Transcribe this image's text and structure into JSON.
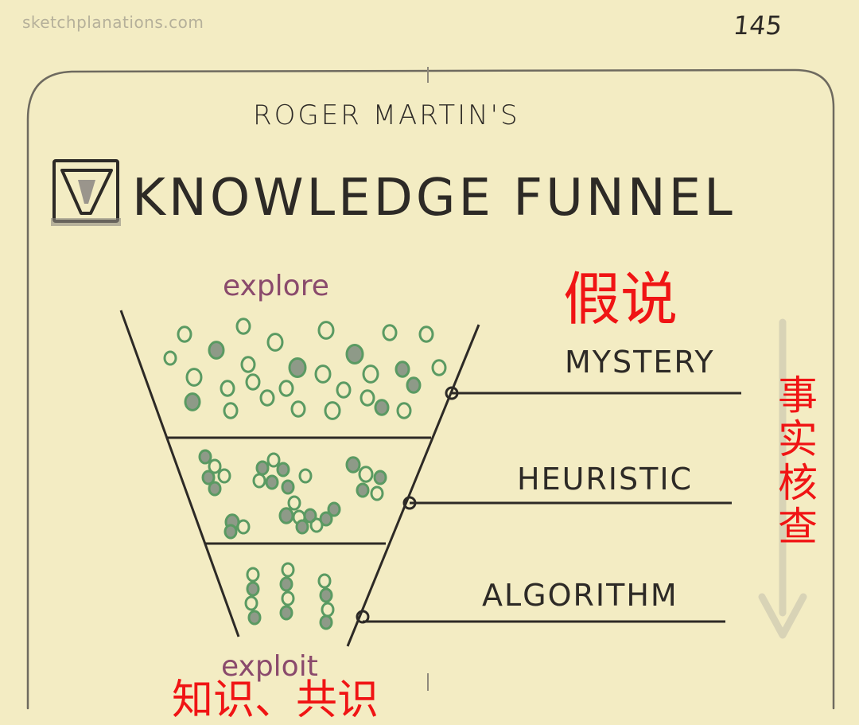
{
  "header": {
    "site": "sketchplanations.com",
    "page_number": "145"
  },
  "card": {
    "subtitle": "ROGER MARTIN'S",
    "title": "KNOWLEDGE FUNNEL"
  },
  "funnel": {
    "top_label": "explore",
    "bottom_label": "exploit",
    "levels": [
      {
        "label": "MYSTERY"
      },
      {
        "label": "HEURISTIC"
      },
      {
        "label": "ALGORITHM"
      }
    ]
  },
  "annotations": {
    "hypothesis": "假说",
    "fact_check": "事实核查",
    "knowledge_consensus": "知识、共识"
  },
  "colors": {
    "paper": "#f3ecc3",
    "ink": "#2d2a26",
    "dots": "#5a9a62",
    "dot_fill": "#8e9a88",
    "explore_text": "#8a4a6c",
    "annotation_red": "#f01414"
  },
  "icons": {
    "logo": "funnel-logo-icon",
    "down_arrow": "down-arrow-icon"
  }
}
